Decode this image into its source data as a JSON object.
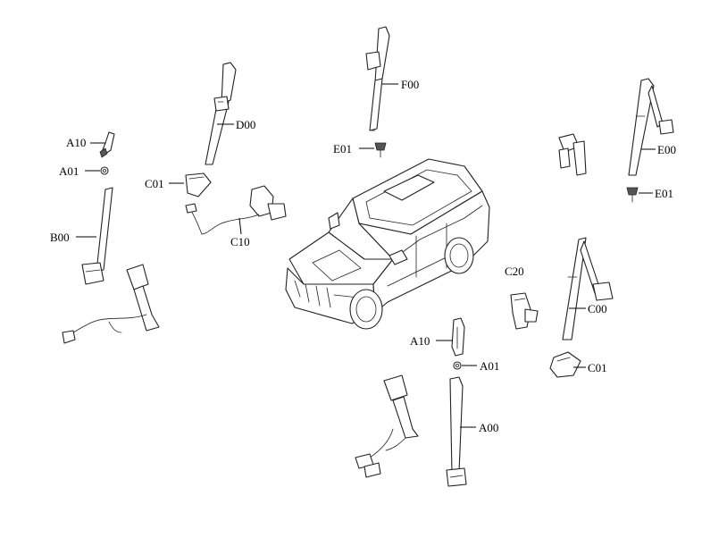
{
  "labels": {
    "a10_left": "A10",
    "a01_left": "A01",
    "b00": "B00",
    "d00": "D00",
    "c01_left": "C01",
    "c10": "C10",
    "f00": "F00",
    "e01_center": "E01",
    "e00": "E00",
    "e01_right": "E01",
    "c20": "C20",
    "c00": "C00",
    "c01_right": "C01",
    "a10_bottom": "A10",
    "a01_bottom": "A01",
    "a00": "A00"
  }
}
